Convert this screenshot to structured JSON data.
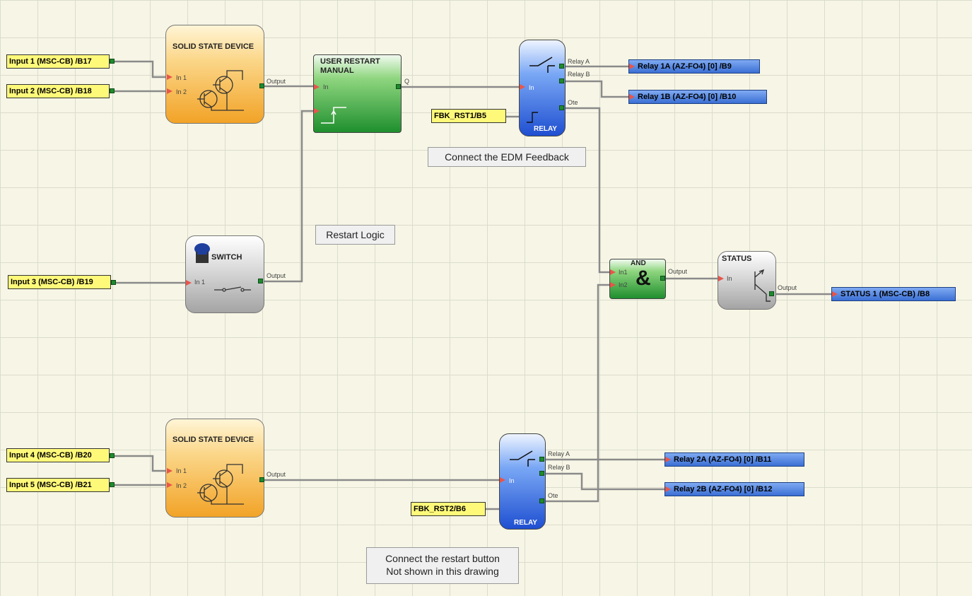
{
  "inputs": {
    "input1": "Input 1 (MSC-CB) /B17",
    "input2": "Input 2 (MSC-CB) /B18",
    "input3": "Input 3 (MSC-CB) /B19",
    "input4": "Input 4 (MSC-CB) /B20",
    "input5": "Input 5 (MSC-CB) /B21",
    "fbk1": "FBK_RST1/B5",
    "fbk2": "FBK_RST2/B6"
  },
  "outputs": {
    "relay1a": "Relay 1A (AZ-FO4) [0] /B9",
    "relay1b": "Relay 1B (AZ-FO4) [0] /B10",
    "status1": "STATUS 1 (MSC-CB) /B8",
    "relay2a": "Relay 2A (AZ-FO4) [0] /B11",
    "relay2b": "Relay 2B (AZ-FO4) [0] /B12"
  },
  "blocks": {
    "ssd1": {
      "title": "SOLID STATE DEVICE",
      "in1": "In 1",
      "in2": "In 2",
      "out": "Output"
    },
    "ssd2": {
      "title": "SOLID STATE DEVICE",
      "in1": "In 1",
      "in2": "In 2",
      "out": "Output"
    },
    "restart": {
      "title": "USER RESTART\nMANUAL",
      "in": "In",
      "out": "Q"
    },
    "relay1": {
      "title": "RELAY",
      "in": "In",
      "relay_a": "Relay A",
      "relay_b": "Relay B",
      "ote": "Ote"
    },
    "relay2": {
      "title": "RELAY",
      "in": "In",
      "relay_a": "Relay A",
      "relay_b": "Relay B",
      "ote": "Ote"
    },
    "switch": {
      "title": "SWITCH",
      "in1": "In 1",
      "out": "Output"
    },
    "and": {
      "title": "AND",
      "symbol": "&",
      "in1": "In1",
      "in2": "In2",
      "out": "Output"
    },
    "status": {
      "title": "STATUS",
      "in": "In",
      "out": "Output"
    }
  },
  "notes": {
    "edm": "Connect the EDM Feedback",
    "restart_logic": "Restart Logic",
    "restart_button": "Connect the restart button\nNot shown in this drawing"
  },
  "colors": {
    "canvas": "#f7f6e6",
    "grid": "#dcdccc",
    "input_tag": "#fff97a",
    "output_tag": "#3a6fd4",
    "pin": "#1e8a2e",
    "arrow": "#e8554a",
    "wire": "#8a8a8a"
  }
}
